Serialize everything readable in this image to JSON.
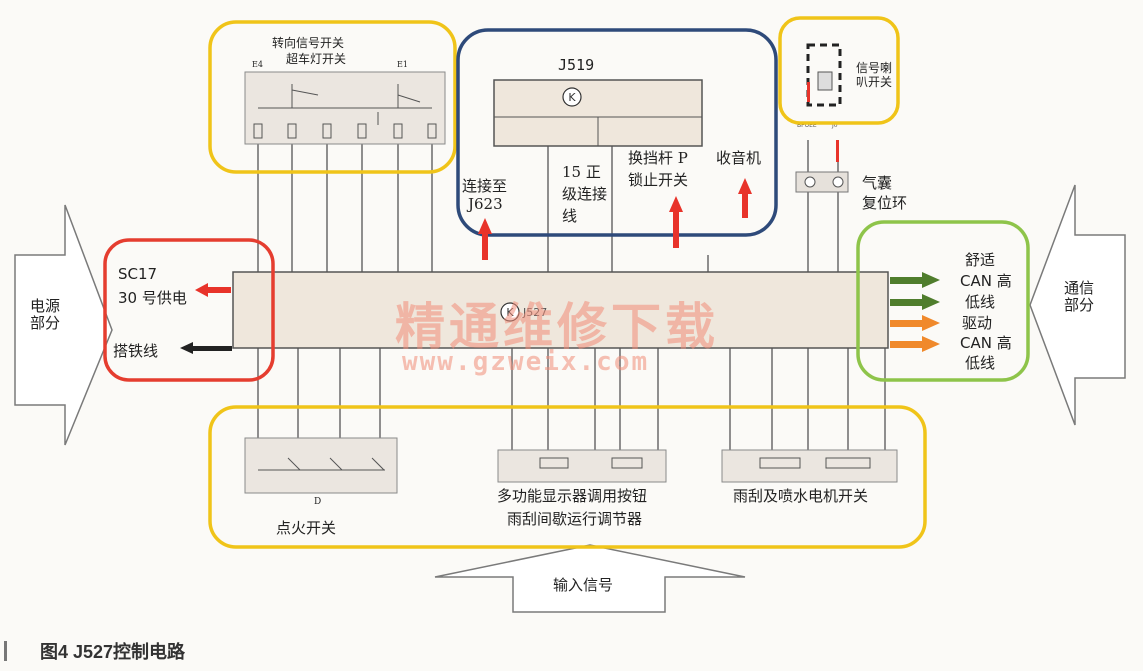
{
  "caption": "图4 J527控制电路",
  "watermark": {
    "text": "精通维修下载",
    "url": "www.gzweix.com"
  },
  "modules": {
    "turn_switch": {
      "line1": "转向信号开关",
      "line2": "超车灯开关",
      "pin_left": "E4",
      "pin_right": "E1"
    },
    "j519": {
      "label": "J519",
      "icon": "k-circle-icon"
    },
    "horn": {
      "label": "信号喇叭开关",
      "pin_left": "BPUEE",
      "pin_right": "J0"
    },
    "j527": {
      "label": "J527",
      "icon": "k-circle-icon"
    },
    "ignition": {
      "pin": "D",
      "label": "点火开关"
    },
    "mfd": {
      "line1": "多功能显示器调用按钮",
      "line2": "雨刮间歇运行调节器"
    },
    "wiper": {
      "label": "雨刮及喷水电机开关"
    }
  },
  "labels": {
    "sc17": "SC17",
    "supply30": "30 号供电",
    "ground": "搭铁线",
    "power_section": "电源部分",
    "comm_section": "通信部分",
    "to_j623_1": "连接至",
    "to_j623_2": "J623",
    "line15": "15 正级连接线",
    "gear_lock_1": "换挡杆 P",
    "gear_lock_2": "锁止开关",
    "radio": "收音机",
    "airbag_1": "气囊",
    "airbag_2": "复位环",
    "can_comfort_1": "舒适",
    "can_comfort_2": "CAN 高",
    "can_comfort_3": "低线",
    "can_drive_1": "驱动",
    "can_drive_2": "CAN 高",
    "can_drive_3": "低线",
    "input_signal": "输入信号"
  },
  "colors": {
    "yellow_group": "#f0c419",
    "blue_group": "#2e4a7a",
    "red_group": "#e53d2f",
    "green_group": "#8ec44a",
    "arrow_red": "#e8332a",
    "arrow_green": "#4f7d2c",
    "arrow_orange": "#f0892b"
  }
}
